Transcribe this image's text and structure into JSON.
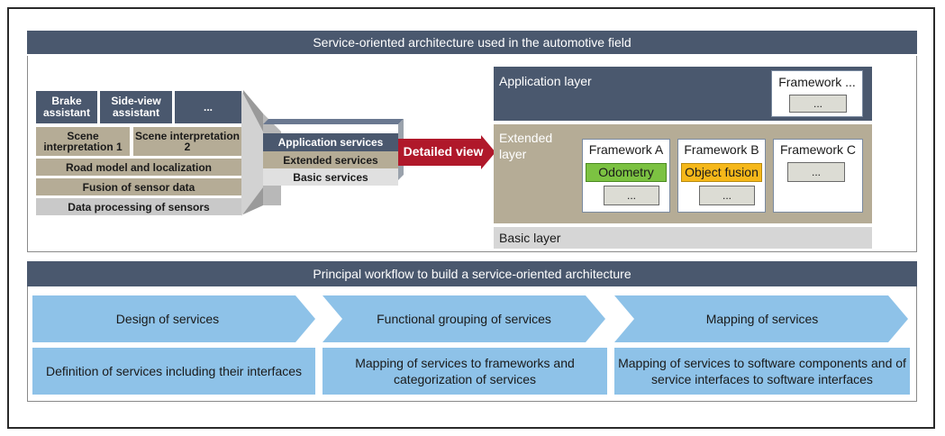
{
  "top_banner": "Service-oriented architecture used in the automotive field",
  "left_stack": {
    "brake_assistant": "Brake assistant",
    "side_view_assistant": "Side-view assistant",
    "top_more": "...",
    "scene_interpretation_1": "Scene interpretation 1",
    "scene_interpretation_2": "Scene interpretation 2",
    "road_model": "Road model and localization",
    "fusion": "Fusion of sensor data",
    "data_processing": "Data processing of sensors"
  },
  "services_stack": {
    "application": "Application services",
    "extended": "Extended services",
    "basic": "Basic services"
  },
  "arrow_label": "Detailed view",
  "detail": {
    "application_layer": "Application layer",
    "framework_top": "Framework ...",
    "framework_top_dots": "...",
    "extended_layer": "Extended layer",
    "framework_a": "Framework A",
    "odometry": "Odometry",
    "framework_a_dots": "...",
    "framework_b": "Framework B",
    "object_fusion": "Object fusion",
    "framework_b_dots": "...",
    "framework_c": "Framework C",
    "framework_c_dots": "...",
    "basic_layer": "Basic layer"
  },
  "workflow_banner": "Principal workflow to build a service-oriented architecture",
  "workflow": [
    {
      "title": "Design of services",
      "description": "Definition of services including their interfaces"
    },
    {
      "title": "Functional grouping of services",
      "description": "Mapping of services to frameworks and categorization of services"
    },
    {
      "title": "Mapping of services",
      "description": "Mapping of services to software components and of service interfaces to software interfaces"
    }
  ],
  "colors": {
    "banner": "#4a586e",
    "tan": "#b5ac96",
    "gray": "#c9c9c9",
    "arrow_red": "#b0182a",
    "odometry_green": "#7cc242",
    "object_fusion_orange": "#f6b81a",
    "workflow_blue": "#8ec2e8"
  }
}
